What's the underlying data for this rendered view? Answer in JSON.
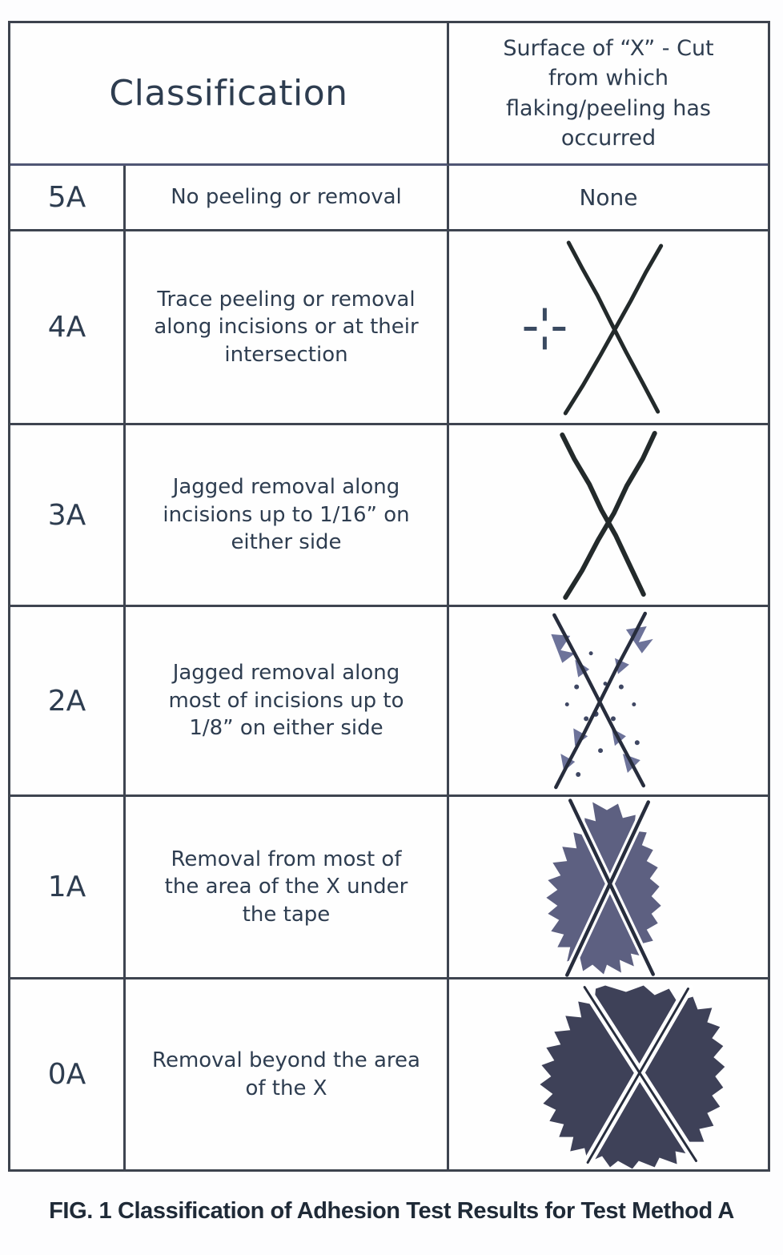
{
  "figure": {
    "caption": "FIG. 1 Classification of Adhesion Test Results for Test Method A"
  },
  "table": {
    "header": {
      "classification_label": "Classification",
      "surface_label": "Surface of “X” - Cut\nfrom which\nflaking/peeling has\noccurred"
    },
    "rows": [
      {
        "code": "5A",
        "description": "No peeling or removal",
        "surface_text": "None",
        "illustration": "none"
      },
      {
        "code": "4A",
        "description": "Trace peeling or removal\nalong incisions or at their\nintersection",
        "illustration": "x-cut-trace-with-crosshair"
      },
      {
        "code": "3A",
        "description": "Jagged removal along\nincisions up to 1/16” on\neither side",
        "illustration": "x-cut-jagged-light"
      },
      {
        "code": "2A",
        "description": "Jagged removal along\nmost of incisions up to\n1/8” on either side",
        "illustration": "x-cut-jagged-flaking"
      },
      {
        "code": "1A",
        "description": "Removal from most of\nthe area of the X under\nthe tape",
        "illustration": "x-cut-most-area-removed"
      },
      {
        "code": "0A",
        "description": "Removal beyond the area\nof the X",
        "illustration": "x-cut-removal-beyond-area"
      }
    ]
  },
  "colors": {
    "table_border": "#3d434e",
    "header_divider": "#4f5674",
    "text": "#2e3d50",
    "caption_text": "#1f2a37",
    "x_cut_ink": "#232a2b",
    "incision_dark": "#272d3d",
    "crosshair_ink": "#3a4a61",
    "flake_patch": "#6d739a",
    "fleck_dark": "#3f4763",
    "blob_1a": "#5d6081",
    "blob_0a": "#3e4158",
    "incision_white": "#ffffff"
  }
}
